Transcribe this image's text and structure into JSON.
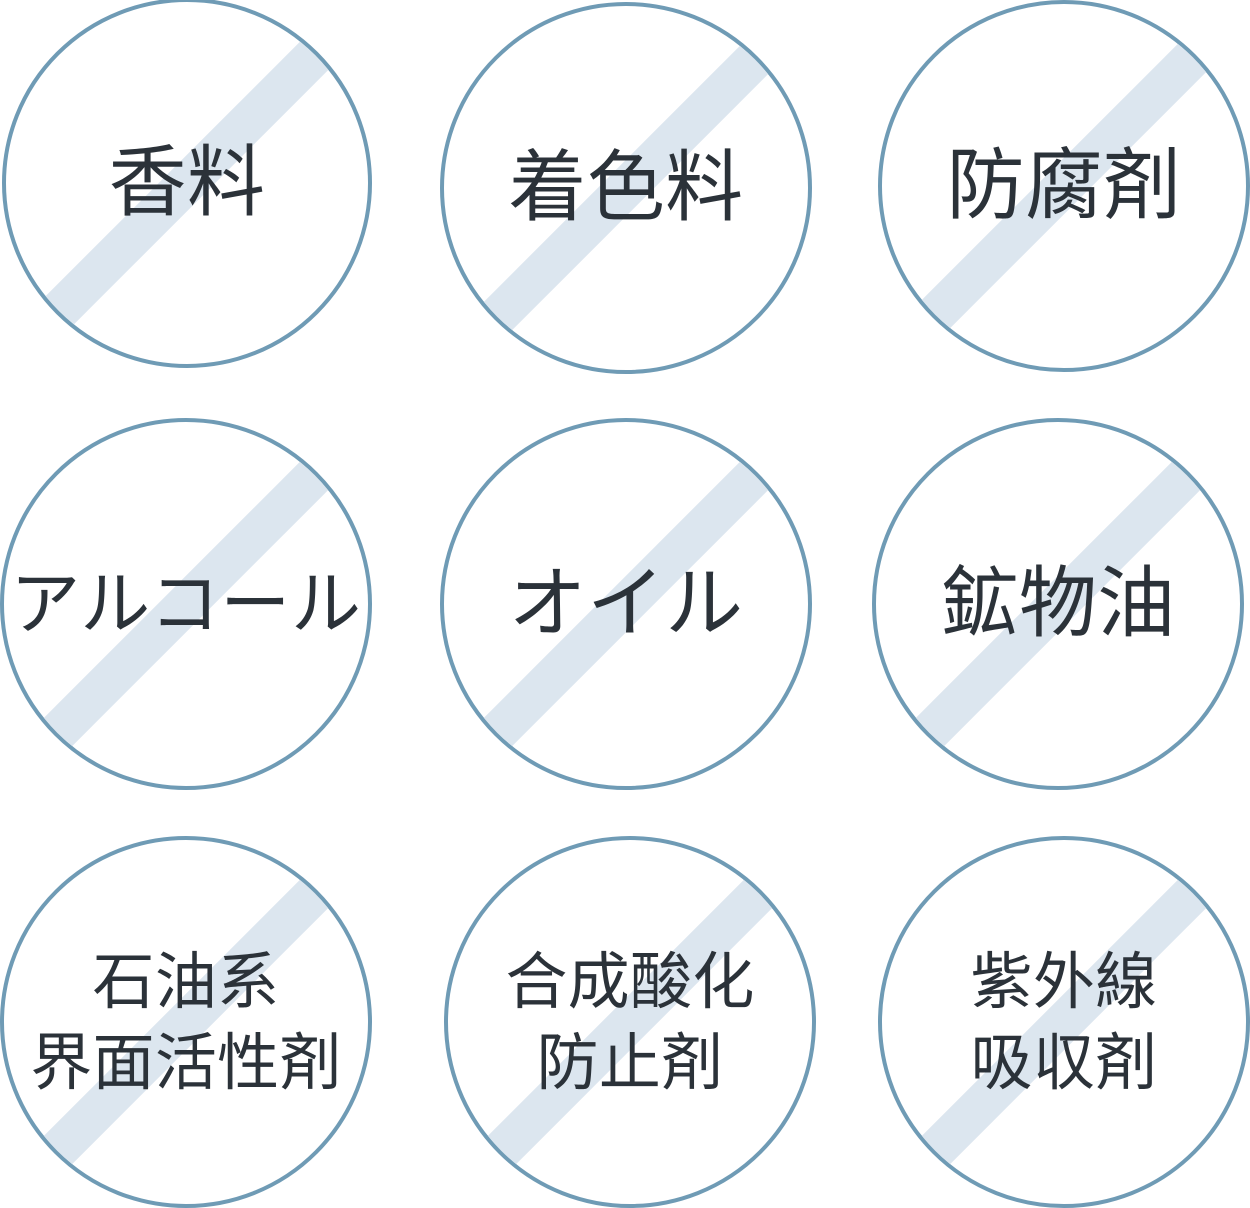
{
  "theme": {
    "background": "#ffffff",
    "ring_color": "#6f9bb5",
    "band_color": "#dce6ef",
    "text_color": "#2b3239"
  },
  "grid": {
    "rows": 3,
    "columns": 3,
    "concept": "free-from ingredient badges"
  },
  "badges": [
    {
      "id": "fragrance",
      "lines": [
        "香料"
      ],
      "size": "lg",
      "position": "r1c1"
    },
    {
      "id": "colorant",
      "lines": [
        "着色料"
      ],
      "size": "lg",
      "position": "r1c2"
    },
    {
      "id": "preservative",
      "lines": [
        "防腐剤"
      ],
      "size": "lg",
      "position": "r1c3"
    },
    {
      "id": "alcohol",
      "lines": [
        "アルコール"
      ],
      "size": "wide",
      "position": "r2c1"
    },
    {
      "id": "oil",
      "lines": [
        "オイル"
      ],
      "size": "lg",
      "position": "r2c2"
    },
    {
      "id": "mineral-oil",
      "lines": [
        "鉱物油"
      ],
      "size": "lg",
      "position": "r2c3"
    },
    {
      "id": "petroleum-surfactant",
      "lines": [
        "石油系",
        "界面活性剤"
      ],
      "size": "sm",
      "position": "r3c1"
    },
    {
      "id": "synthetic-antioxidant",
      "lines": [
        "合成酸化",
        "防止剤"
      ],
      "size": "sm",
      "position": "r3c2"
    },
    {
      "id": "uv-absorber",
      "lines": [
        "紫外線",
        "吸収剤"
      ],
      "size": "sm",
      "position": "r3c3"
    }
  ]
}
